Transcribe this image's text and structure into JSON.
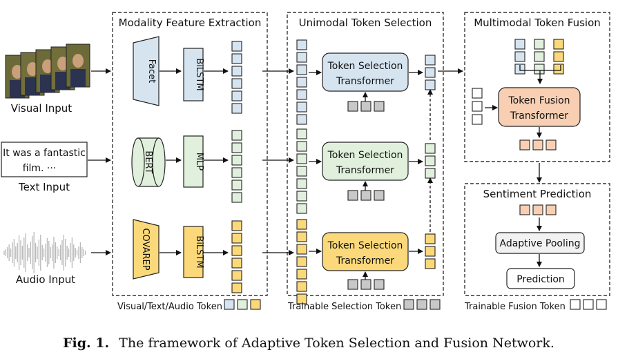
{
  "panels": {
    "extraction": "Modality Feature Extraction",
    "selection": "Unimodal Token Selection",
    "fusion": "Multimodal Token Fusion",
    "prediction": "Sentiment Prediction"
  },
  "inputs": {
    "visual": "Visual Input",
    "text": "Text Input",
    "audio": "Audio Input",
    "text_sample_line1": "It was a fantastic",
    "text_sample_line2": "film. ···"
  },
  "extractors": {
    "facet": "Facet",
    "bilstm_visual": "BiLSTM",
    "bert": "BERT",
    "mlp": "MLP",
    "covarep": "COVAREP",
    "bilstm_audio": "BiLSTM"
  },
  "blocks": {
    "selection_line1": "Token Selection",
    "selection_line2": "Transformer",
    "fusion_line1": "Token Fusion",
    "fusion_line2": "Transformer",
    "adaptive_pooling": "Adaptive Pooling",
    "prediction": "Prediction"
  },
  "legend": {
    "modality_tokens": "Visual/Text/Audio Token",
    "selection_token": "Trainable Selection Token",
    "fusion_token": "Trainable Fusion Token"
  },
  "caption": {
    "label": "Fig. 1.",
    "text": "The framework of Adaptive Token Selection and Fusion Network."
  },
  "colors": {
    "visual_token": "#d6e4f0",
    "text_token": "#e0f0dc",
    "audio_token": "#fbd97a",
    "selection_token": "#c8c8c8",
    "fusion_token": "#f8cfb3",
    "fusion_token_small": "#ffffff"
  }
}
